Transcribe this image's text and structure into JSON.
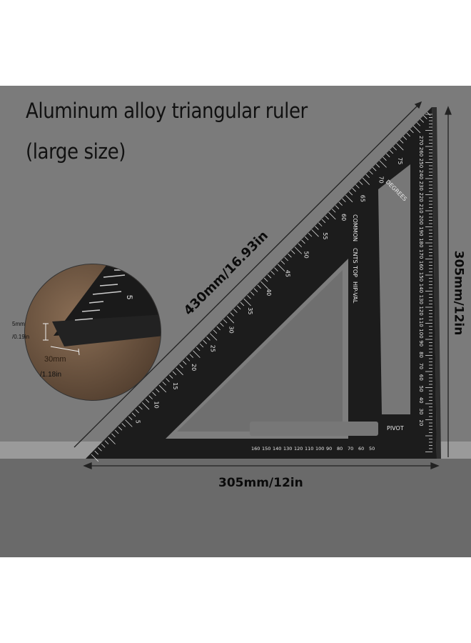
{
  "title_line1": "Aluminum alloy triangular ruler",
  "title_line2": "(large size)",
  "dimensions": {
    "hypotenuse": "430mm/16.93in",
    "height": "305mm/12in",
    "base": "305mm/12in"
  },
  "inset": {
    "thickness": "5mm",
    "thickness_in": "/0.19in",
    "width": "30mm",
    "width_in": "/1.18in",
    "tick_label": "5"
  },
  "ruler_markings": {
    "right_scale": [
      "270",
      "260",
      "250",
      "240",
      "230",
      "220",
      "210",
      "200",
      "190",
      "180",
      "170",
      "160",
      "150",
      "140",
      "130",
      "120",
      "110",
      "100",
      "90",
      "80",
      "70",
      "60",
      "50",
      "40",
      "30",
      "20"
    ],
    "bottom_scale": [
      "160",
      "150",
      "140",
      "130",
      "120",
      "110",
      "100",
      "90",
      "80",
      "70",
      "60",
      "50"
    ],
    "hypotenuse_scale": [
      "5",
      "10",
      "15",
      "20",
      "25",
      "30",
      "35",
      "40",
      "45",
      "50",
      "55",
      "60",
      "65",
      "70",
      "75"
    ],
    "labels": [
      "DEGREES",
      "COMMON",
      "CNTS",
      "TOP",
      "HIP-VAL",
      "PIVOT"
    ]
  },
  "colors": {
    "background": "#7b7b7b",
    "ruler": "#1c1c1c",
    "wood": "#6b5440"
  }
}
